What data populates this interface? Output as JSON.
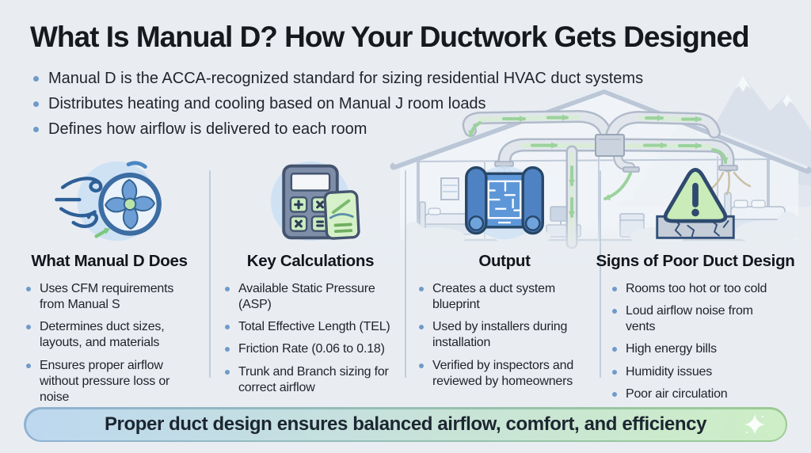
{
  "page": {
    "title": "What Is Manual D? How Your Ductwork Gets Designed",
    "intro_bullets": [
      "Manual D is the ACCA-recognized standard for sizing residential HVAC duct systems",
      "Distributes heating and cooling based on Manual J room loads",
      "Defines how airflow is delivered to each room"
    ],
    "background_illustration": "house-ductwork-illustration"
  },
  "columns": [
    {
      "icon": "wind-fan-icon",
      "heading": "What Manual D Does",
      "bullets": [
        "Uses CFM requirements from Manual S",
        "Determines duct sizes, layouts, and materials",
        "Ensures proper airflow without pressure loss or noise"
      ]
    },
    {
      "icon": "calculator-icon",
      "heading": "Key Calculations",
      "bullets": [
        "Available Static Pressure (ASP)",
        "Total Effective Length (TEL)",
        "Friction Rate (0.06 to 0.18)",
        "Trunk and Branch sizing for correct airflow"
      ]
    },
    {
      "icon": "blueprint-icon",
      "heading": "Output",
      "bullets": [
        "Creates a duct system blueprint",
        "Used by installers during installation",
        "Verified by inspectors and reviewed by homeowners"
      ]
    },
    {
      "icon": "warning-triangle-icon",
      "heading": "Signs of Poor Duct Design",
      "bullets": [
        "Rooms too hot or too cold",
        "Loud airflow noise from vents",
        "High energy bills",
        "Humidity issues",
        "Poor air circulation"
      ]
    }
  ],
  "footer": {
    "banner_text": "Proper duct design ensures balanced airflow, comfort, and efficiency",
    "sparkle_icon": "sparkle-icon"
  },
  "colors": {
    "background": "#e9edf2",
    "text": "#22262c",
    "bullet_marker": "#6f9bcb",
    "divider": "#b7c8da",
    "banner_gradient_start": "#bdd8ef",
    "banner_gradient_end": "#cdeec6",
    "banner_border_start": "#8fb2d3",
    "banner_border_end": "#9ccb93",
    "duct_green": "#8fce8f",
    "icon_blue": "#5d97d8",
    "icon_green": "#c9ecb8"
  }
}
